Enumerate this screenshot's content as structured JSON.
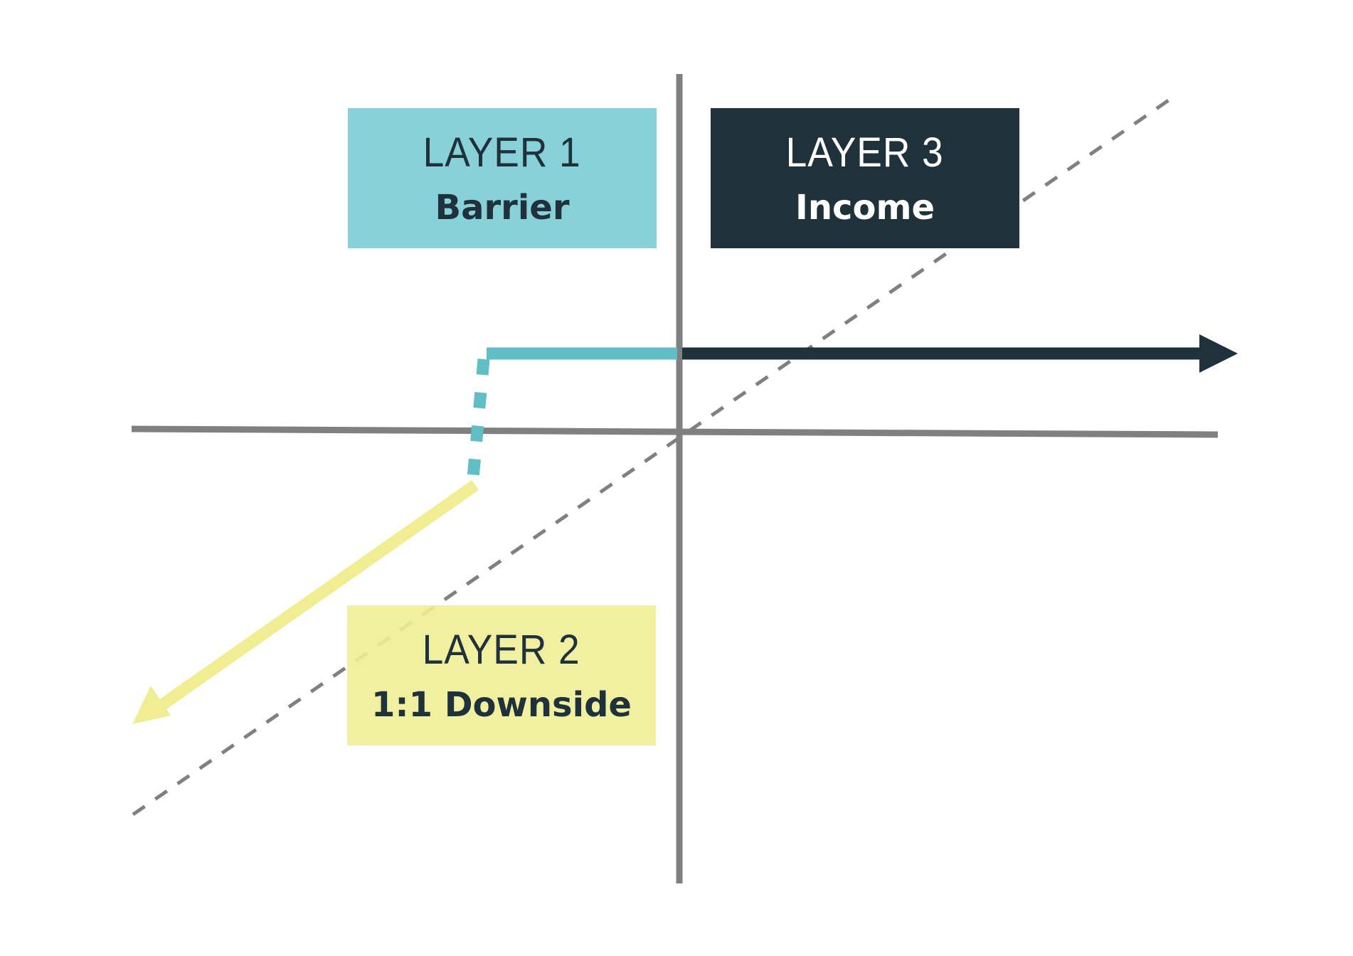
{
  "diagram": {
    "colors": {
      "axis": "#808080",
      "barrier": "#62bec5",
      "barrier_box": "#88d1d8",
      "income": "#1f313a",
      "downside": "#f0ed93",
      "text_dark": "#1f313a",
      "text_light": "#ffffff"
    },
    "layers": [
      {
        "title": "LAYER 1",
        "subtitle": "Barrier"
      },
      {
        "title": "LAYER 2",
        "subtitle": "1:1 Downside"
      },
      {
        "title": "LAYER 3",
        "subtitle": "Income"
      }
    ]
  }
}
